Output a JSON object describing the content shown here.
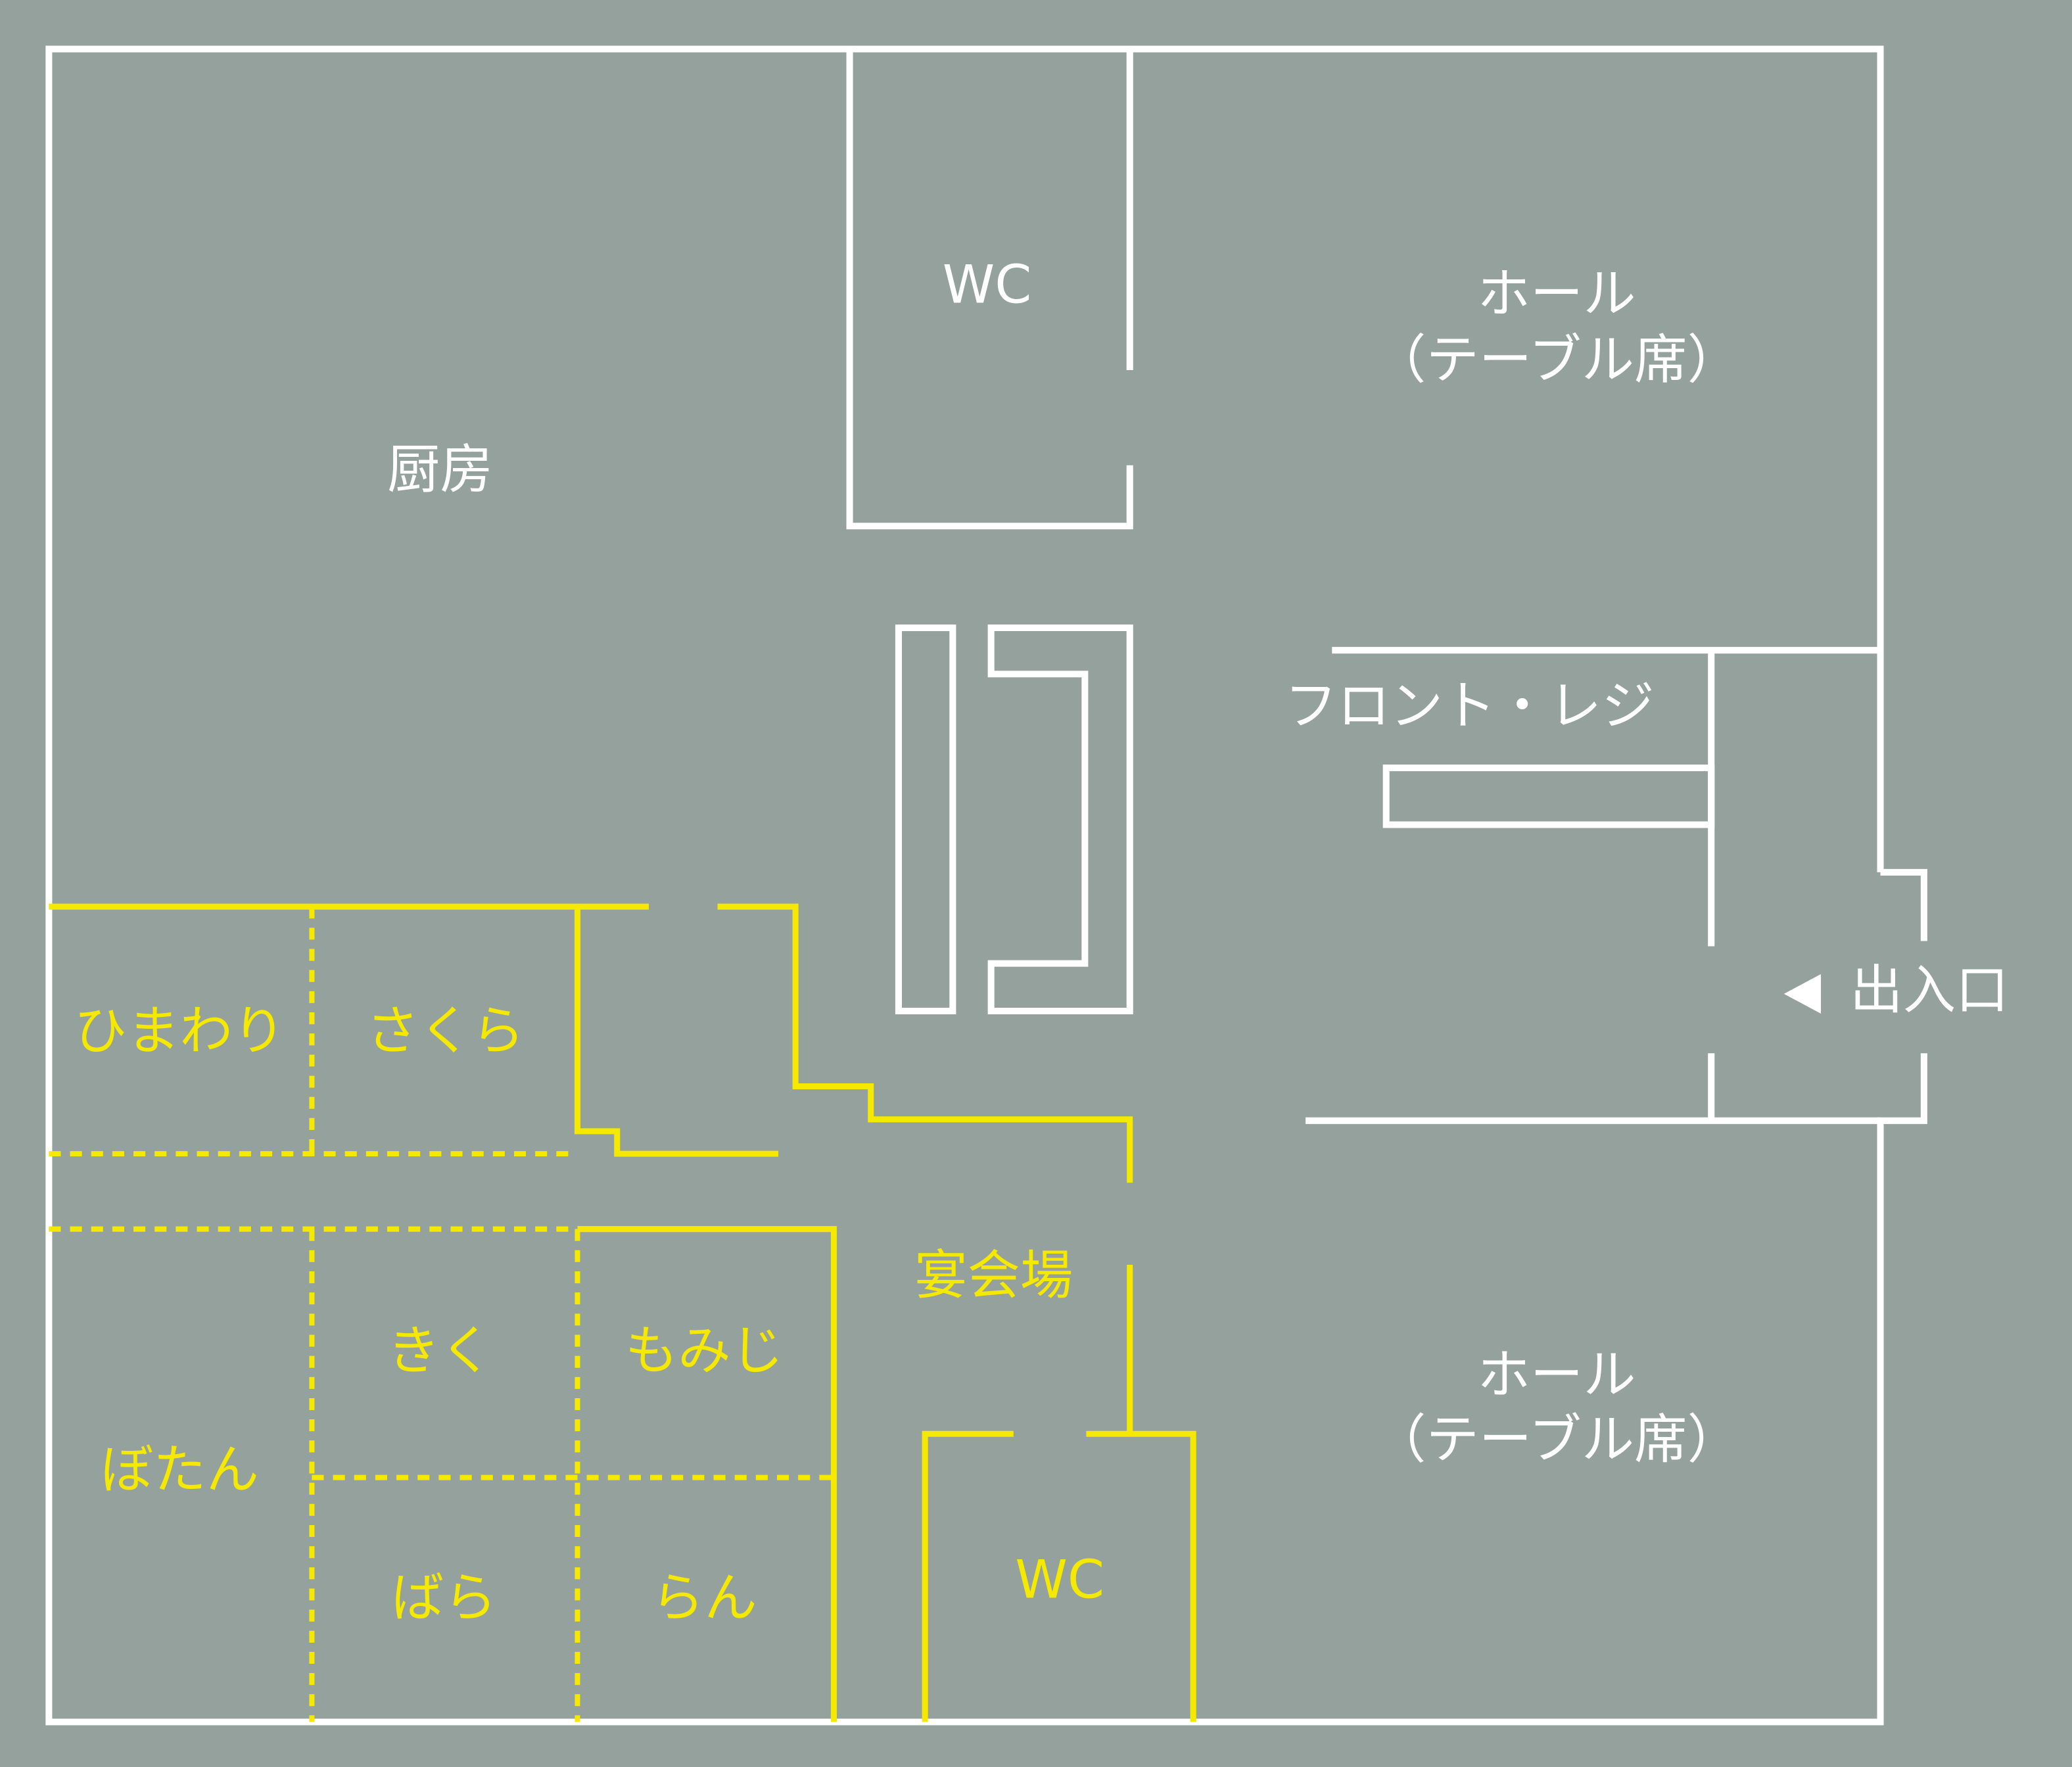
{
  "colors": {
    "background": "#95a19d",
    "walls": "#ffffff",
    "banquet": "#f5e900"
  },
  "rooms": {
    "kitchen": "厨房",
    "wc_top": "WC",
    "hall_top": {
      "line1": "ホール",
      "line2": "（テーブル席）"
    },
    "hall_bottom": {
      "line1": "ホール",
      "line2": "（テーブル席）"
    },
    "front": "フロント・レジ",
    "entrance": "出入口",
    "banquet": "宴会場",
    "wc_bottom": "WC",
    "private_rooms": [
      "ひまわり",
      "さくら",
      "きく",
      "もみじ",
      "ぼたん",
      "ばら",
      "らん"
    ]
  },
  "icons": {
    "entrance_arrow": "triangle-left-icon"
  }
}
